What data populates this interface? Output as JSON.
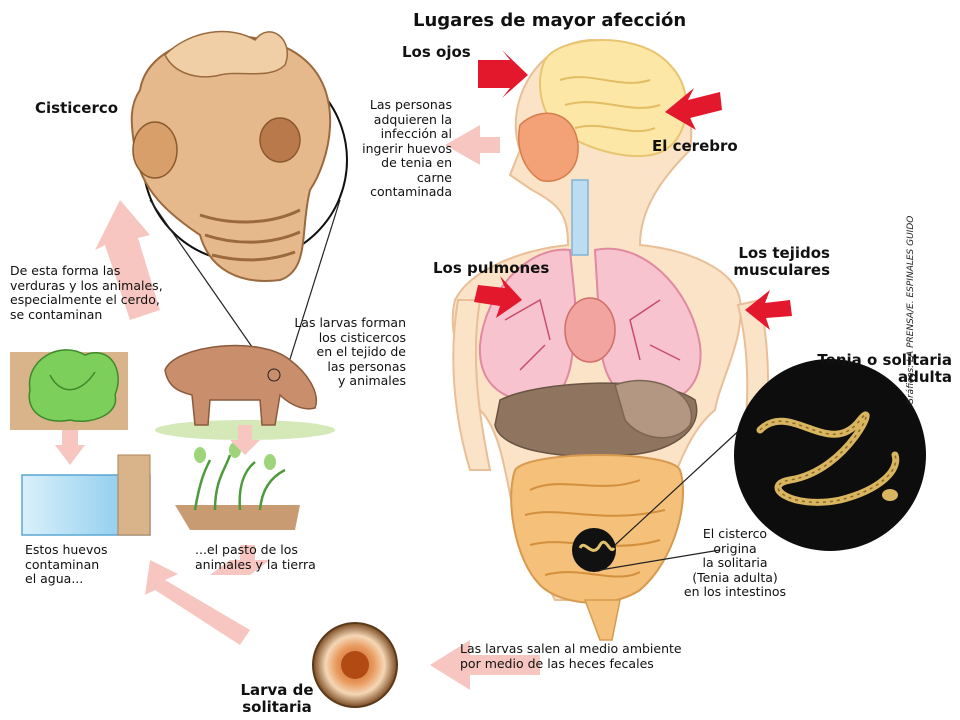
{
  "title": "Lugares de mayor afección",
  "places": {
    "eyes": "Los ojos",
    "brain": "El cerebro",
    "lungs": "Los pulmones",
    "muscles": [
      "Los tejidos",
      "musculares"
    ]
  },
  "cysticercus": "Cisticerco",
  "infection_text": [
    "Las personas",
    "adquieren la",
    "infección al",
    "ingerir huevos",
    "de tenia en",
    "carne",
    "contaminada"
  ],
  "contamination_text": [
    "De esta forma las",
    "verduras y los animales,",
    "especialmente el cerdo,",
    "se contaminan"
  ],
  "larvae_cysts_text": [
    "Las larvas forman",
    "los cisticercos",
    "en el tejido de",
    "las personas",
    "y animales"
  ],
  "adult_worm": [
    "Tenia o solitaria",
    "adulta"
  ],
  "origin_text": [
    "El cisterco",
    "origina",
    "la solitaria",
    "(Tenia adulta)",
    "en los intestinos"
  ],
  "water_text": [
    "Estos huevos",
    "contaminan",
    "el agua..."
  ],
  "grass_text": [
    "...el pasto de los",
    "animales y la tierra"
  ],
  "feces_text": [
    "Las larvas salen al medio ambiente",
    "por medio de las heces fecales"
  ],
  "larva_label": [
    "Larva de",
    "solitaria"
  ],
  "credit": "Gráficos: LA PRENSA/E. ESPINALES GUIDO",
  "colors": {
    "arrow_red": "#e3182d",
    "arrow_pink": "#f7c6c0",
    "skin": "#fbe3c8",
    "brain": "#fde7a6",
    "lungs": "#f7c3cf",
    "liver": "#8f7560",
    "intestine": "#f4c07a",
    "pig": "#c98e6c",
    "cysticercus": "#e6b98c"
  }
}
